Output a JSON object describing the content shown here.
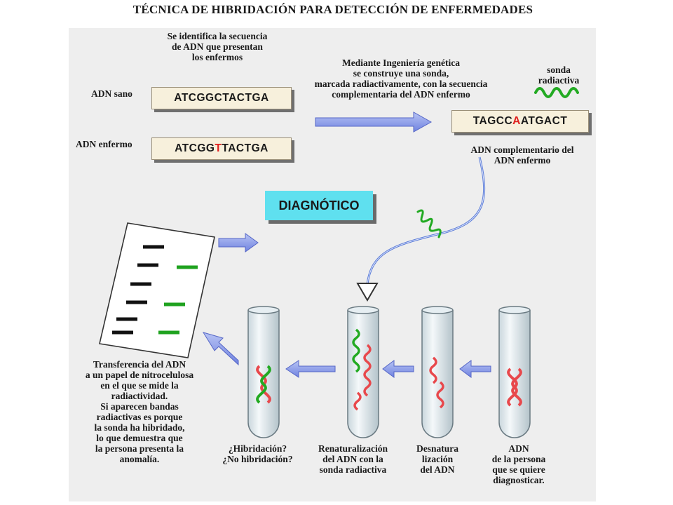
{
  "title": "TÉCNICA DE HIBRIDACIÓN PARA DETECCIÓN DE ENFERMEDADES",
  "intro": [
    "Se identifica la secuencia",
    "de ADN que presentan",
    "los enfermos"
  ],
  "healthy_label": "ADN sano",
  "healthy_seq": "ATCGGCTACTGA",
  "sick_label": "ADN enfermo",
  "sick_seq": {
    "before": "ATCGG",
    "mutation": "T",
    "after": "TACTGA"
  },
  "engineering": [
    "Mediante Ingeniería genética",
    "se construye una sonda,",
    "marcada radiactivamente, con la secuencia",
    "complementaria del ADN enfermo"
  ],
  "probe_label": [
    "sonda",
    "radiactiva"
  ],
  "probe_seq": {
    "before": "TAGCC",
    "mutation": "A",
    "after": "ATGACT"
  },
  "complement": [
    "ADN complementario del",
    "ADN enfermo"
  ],
  "diagnosis": "DIAGNÓTICO",
  "transfer": [
    "Transferencia del ADN",
    "a un papel de nitrocelulosa",
    "en el que se mide la",
    "radiactividad.",
    "Si aparecen bandas",
    "radiactivas es porque",
    "la sonda ha hibridado,",
    "lo que demuestra que",
    "la persona presenta la",
    "anomalía."
  ],
  "tubes": [
    {
      "caption": [
        "¿Hibridación?",
        "¿No hibridación?"
      ]
    },
    {
      "caption": [
        "Renaturalización",
        "del ADN con la",
        "sonda radiactiva"
      ]
    },
    {
      "caption": [
        "Desnatura",
        "lización",
        "del ADN"
      ]
    },
    {
      "caption": [
        "ADN",
        "de la persona",
        "que se quiere",
        "diagnosticar."
      ]
    }
  ],
  "colors": {
    "probe": "#22aa22",
    "patient_dna": "#e8484c",
    "arrow": "#7f8fe6",
    "diagnosis_box": "#5fe0ef",
    "mutation": "#e0201d"
  }
}
